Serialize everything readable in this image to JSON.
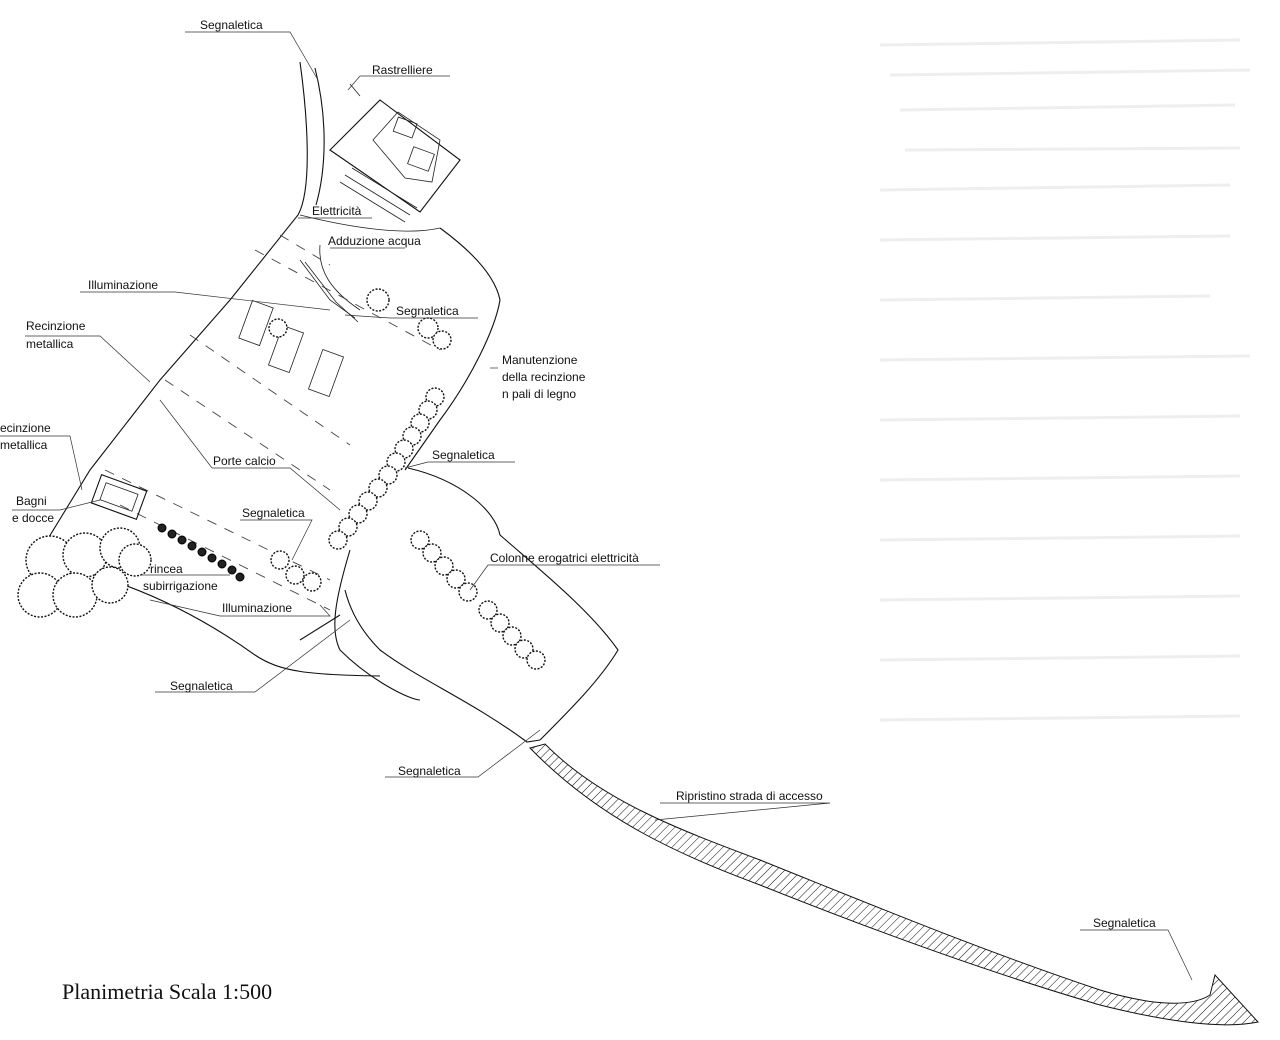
{
  "drawing": {
    "title": "Planimetria  Scala 1:500",
    "labels": {
      "segnaletica_top": "Segnaletica",
      "rastrelliere": "Rastrelliere",
      "elettricita": "Elettricità",
      "adduzione_acqua": "Adduzione acqua",
      "illuminazione_top": "Illuminazione",
      "segnaletica_mid": "Segnaletica",
      "recinzione_1_line1": "Recinzione",
      "recinzione_1_line2": "metallica",
      "manutenzione_line1": "Manutenzione",
      "manutenzione_line2": "della recinzione",
      "manutenzione_line3": "n pali di legno",
      "recinzione_2_line1": "ecinzione",
      "recinzione_2_line2": "metallica",
      "porte_calcio": "Porte calcio",
      "segnaletica_right": "Segnaletica",
      "bagni_line1": "Bagni",
      "bagni_line2": "e docce",
      "segnaletica_left": "Segnaletica",
      "colonne": "Colonne erogatrici  elettricità",
      "trincea_line1": "rincea",
      "trincea_line2": "subirrigazione",
      "illuminazione_bottom": "Illuminazione",
      "segnaletica_bottom": "Segnaletica",
      "segnaletica_lower": "Segnaletica",
      "ripristino": "Ripristino strada di accesso",
      "segnaletica_end": "Segnaletica"
    }
  }
}
